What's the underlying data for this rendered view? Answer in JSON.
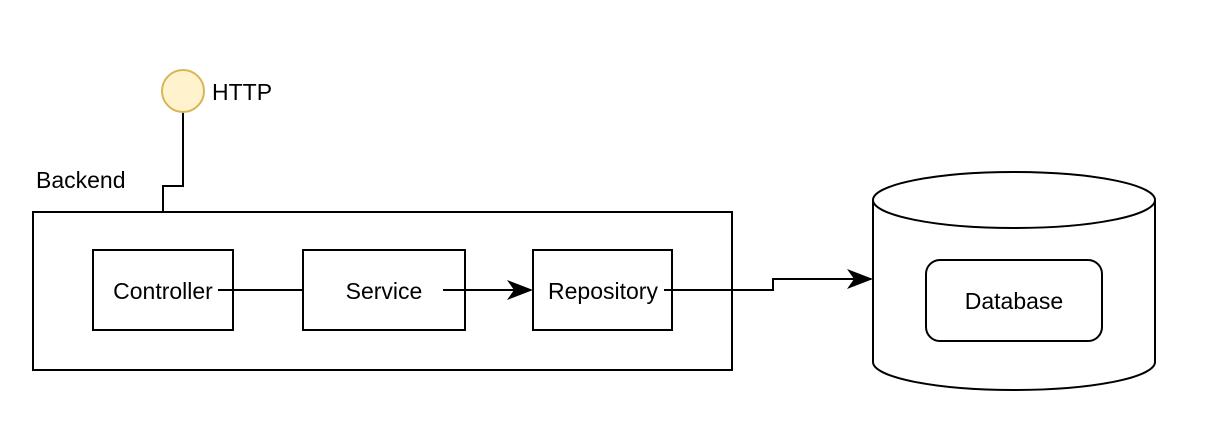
{
  "diagram": {
    "background_color": "#ffffff",
    "line_color": "#000000",
    "http_endpoint": {
      "label": "HTTP",
      "shape": "circle",
      "fill_color": "#FFF2CC",
      "stroke_color": "#D6B656"
    },
    "backend": {
      "label": "Backend",
      "shape": "container",
      "fill_color": "#ffffff",
      "children": [
        {
          "id": "controller",
          "label": "Controller",
          "shape": "rectangle"
        },
        {
          "id": "service",
          "label": "Service",
          "shape": "rectangle"
        },
        {
          "id": "repository",
          "label": "Repository",
          "shape": "rectangle"
        }
      ]
    },
    "database": {
      "label": "Database",
      "shape": "cylinder",
      "fill_color": "#ffffff"
    },
    "edges": [
      {
        "from": "http",
        "to": "backend",
        "arrow": false,
        "style": "orthogonal"
      },
      {
        "from": "controller",
        "to": "service",
        "arrow": false,
        "style": "straight"
      },
      {
        "from": "service",
        "to": "repository",
        "arrow": true,
        "style": "straight"
      },
      {
        "from": "repository",
        "to": "database",
        "arrow": true,
        "style": "orthogonal"
      }
    ]
  }
}
